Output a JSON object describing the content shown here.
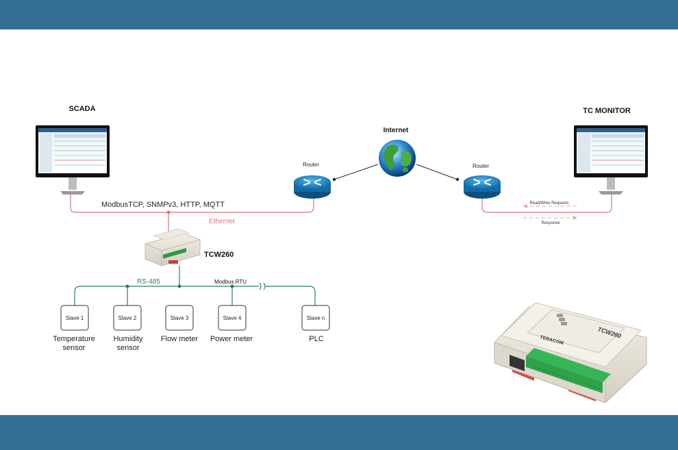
{
  "colors": {
    "band": "#346e94",
    "ethernet": "#d9737f",
    "rs485": "#2e7a5e",
    "router": "#1f87c4"
  },
  "icons": [
    "monitor-icon",
    "globe-icon",
    "router-icon",
    "device-icon"
  ],
  "labels": {
    "scada": "SCADA",
    "tc_monitor": "TC MONITOR",
    "internet": "Internet",
    "router_left": "Router",
    "router_right": "Router",
    "protocols": "ModbusTCP, SNMPv3, HTTP, MQTT",
    "ethernet": "Ethernet",
    "device": "TCW260",
    "rs485": "RS-485",
    "modbus_rtu": "Modbus RTU",
    "rw_requests": "Read/Write Requests",
    "response": "Response",
    "product_brand": "TERACOM",
    "product_model": "TCW260"
  },
  "slaves": [
    {
      "box": "Slave 1",
      "caption1": "Temperature",
      "caption2": "sensor"
    },
    {
      "box": "Slave 2",
      "caption1": "Humidity",
      "caption2": "sensor"
    },
    {
      "box": "Slave 3",
      "caption1": "Flow meter",
      "caption2": ""
    },
    {
      "box": "Slave 4",
      "caption1": "Power meter",
      "caption2": ""
    },
    {
      "box": "Slave n",
      "caption1": "PLC",
      "caption2": ""
    }
  ]
}
